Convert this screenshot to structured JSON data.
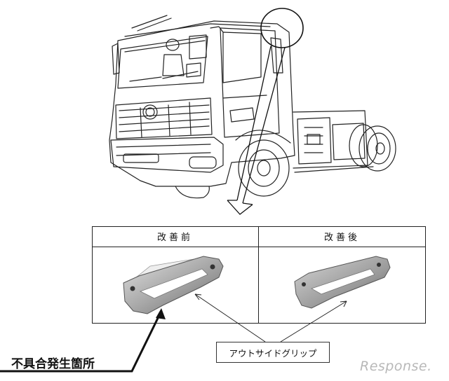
{
  "table": {
    "before_header": "改善前",
    "after_header": "改善後"
  },
  "callout": {
    "part_name": "アウトサイドグリップ"
  },
  "defect": {
    "label": "不具合発生箇所"
  },
  "watermark": {
    "text": "Response."
  }
}
